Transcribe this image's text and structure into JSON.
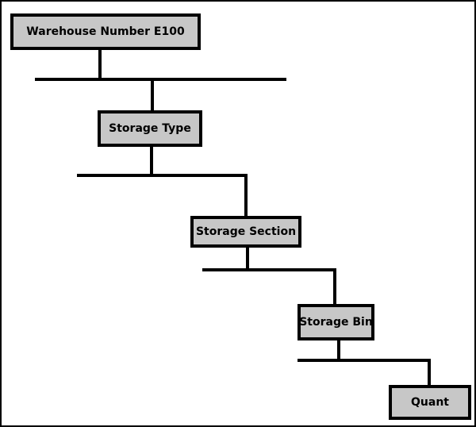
{
  "diagram": {
    "type": "hierarchy-tree",
    "nodes": [
      {
        "id": "warehouse-number",
        "label": "Warehouse Number E100"
      },
      {
        "id": "storage-type",
        "label": "Storage Type"
      },
      {
        "id": "storage-section",
        "label": "Storage Section"
      },
      {
        "id": "storage-bin",
        "label": "Storage Bin"
      },
      {
        "id": "quant",
        "label": "Quant"
      }
    ],
    "edges": [
      {
        "from": "warehouse-number",
        "to": "storage-type"
      },
      {
        "from": "storage-type",
        "to": "storage-section"
      },
      {
        "from": "storage-section",
        "to": "storage-bin"
      },
      {
        "from": "storage-bin",
        "to": "quant"
      }
    ],
    "colors": {
      "node_fill": "#c7c7c7",
      "node_border": "#000000",
      "connector": "#000000",
      "background": "#ffffff",
      "frame": "#000000"
    }
  }
}
